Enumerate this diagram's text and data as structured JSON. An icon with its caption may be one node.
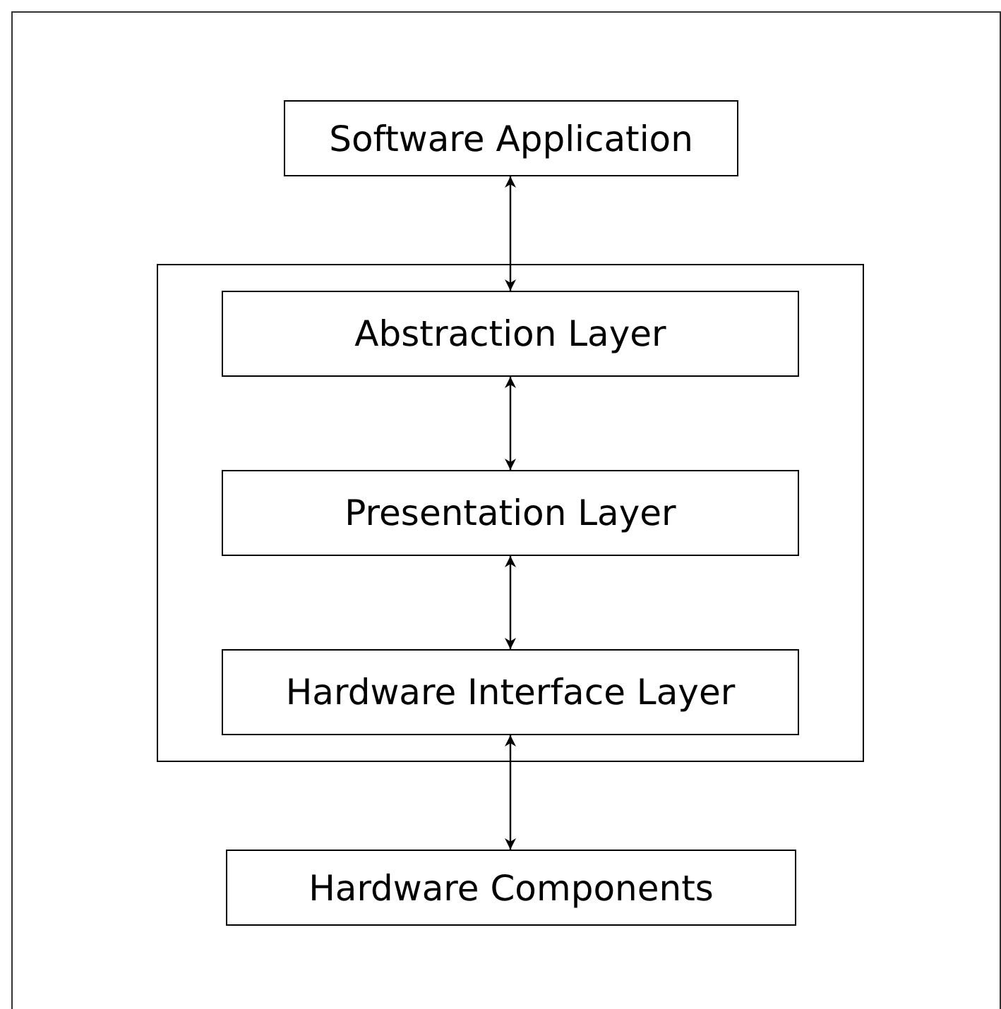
{
  "diagram": {
    "nodes": [
      {
        "text": [
          "Software Application"
        ]
      },
      {
        "text": [],
        "shape": "box"
      },
      {
        "text": [
          "Abstraction Layer"
        ],
        "in": 1
      },
      {
        "text": [
          "Presentation Layer"
        ],
        "in": 1
      },
      {
        "text": [
          "Hardware Interface Layer"
        ],
        "in": 1
      },
      {
        "text": [
          "Hardware Components"
        ]
      }
    ],
    "edges": [
      {
        "from": 0,
        "to": 2,
        "arrow": "both"
      },
      {
        "from": 2,
        "to": 3,
        "arrow": "both"
      },
      {
        "from": 3,
        "to": 4,
        "arrow": "both"
      },
      {
        "from": 4,
        "to": 5,
        "arrow": "both"
      }
    ]
  }
}
